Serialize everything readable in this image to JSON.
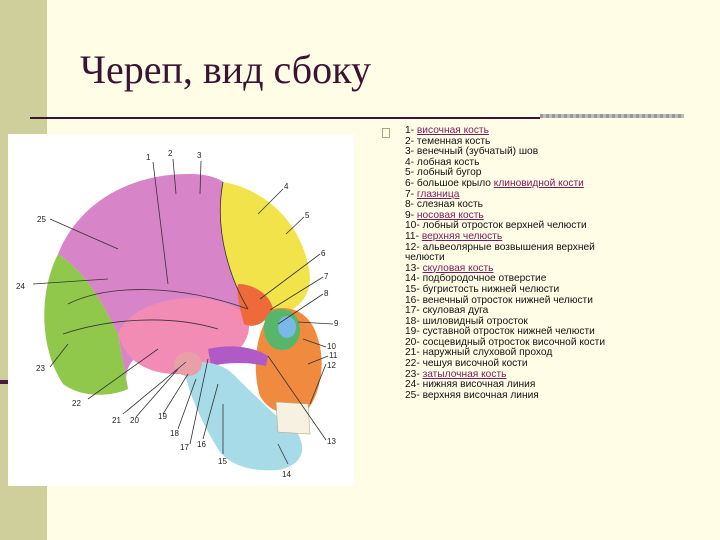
{
  "title": "Череп, вид сбоку",
  "figure_labels": [
    "1",
    "2",
    "3",
    "4",
    "5",
    "6",
    "7",
    "8",
    "9",
    "10",
    "11",
    "12",
    "13",
    "14",
    "15",
    "16",
    "17",
    "18",
    "19",
    "20",
    "21",
    "22",
    "23",
    "24",
    "25"
  ],
  "legend": [
    {
      "num": "1- ",
      "link": "височная кость",
      "text": ""
    },
    {
      "num": "2- ",
      "link": "",
      "text": "теменная кость"
    },
    {
      "num": "3- ",
      "link": "",
      "text": "венечный (зубчатый) шов"
    },
    {
      "num": "4- ",
      "link": "",
      "text": "лобная кость"
    },
    {
      "num": "5- ",
      "link": "",
      "text": "лобный бугор"
    },
    {
      "num": "6- ",
      "link": "клиновидной кости",
      "text": "большое крыло "
    },
    {
      "num": "7- ",
      "link": "глазница",
      "text": ""
    },
    {
      "num": "8- ",
      "link": "",
      "text": "слезная кость"
    },
    {
      "num": "9- ",
      "link": "носовая кость",
      "text": ""
    },
    {
      "num": "10- ",
      "link": "",
      "text": "лобный отросток верхней челюсти"
    },
    {
      "num": "11- ",
      "link": "верхняя челюсть",
      "text": ""
    },
    {
      "num": "12- ",
      "link": "",
      "text": "альвеолярные возвышения верхней челюсти"
    },
    {
      "num": "13- ",
      "link": "скуловая кость",
      "text": ""
    },
    {
      "num": "14- ",
      "link": "",
      "text": "подбородочное отверстие"
    },
    {
      "num": "15- ",
      "link": "",
      "text": "бугристость нижней челюсти"
    },
    {
      "num": "16- ",
      "link": "",
      "text": "венечный отросток нижней челюсти"
    },
    {
      "num": "17- ",
      "link": "",
      "text": "скуловая дуга"
    },
    {
      "num": "18- ",
      "link": "",
      "text": "шиловидный отросток"
    },
    {
      "num": "19- ",
      "link": "",
      "text": "суставной отросток нижней челюсти"
    },
    {
      "num": "20- ",
      "link": "",
      "text": "сосцевидный отросток височной кости"
    },
    {
      "num": "21- ",
      "link": "",
      "text": "наружный слуховой проход"
    },
    {
      "num": "22- ",
      "link": "",
      "text": "чешуя височной кости"
    },
    {
      "num": "23- ",
      "link": "затылочная кость",
      "text": ""
    },
    {
      "num": "24- ",
      "link": "",
      "text": "нижняя височная линия"
    },
    {
      "num": "25- ",
      "link": "",
      "text": "верхняя височная линия"
    }
  ]
}
